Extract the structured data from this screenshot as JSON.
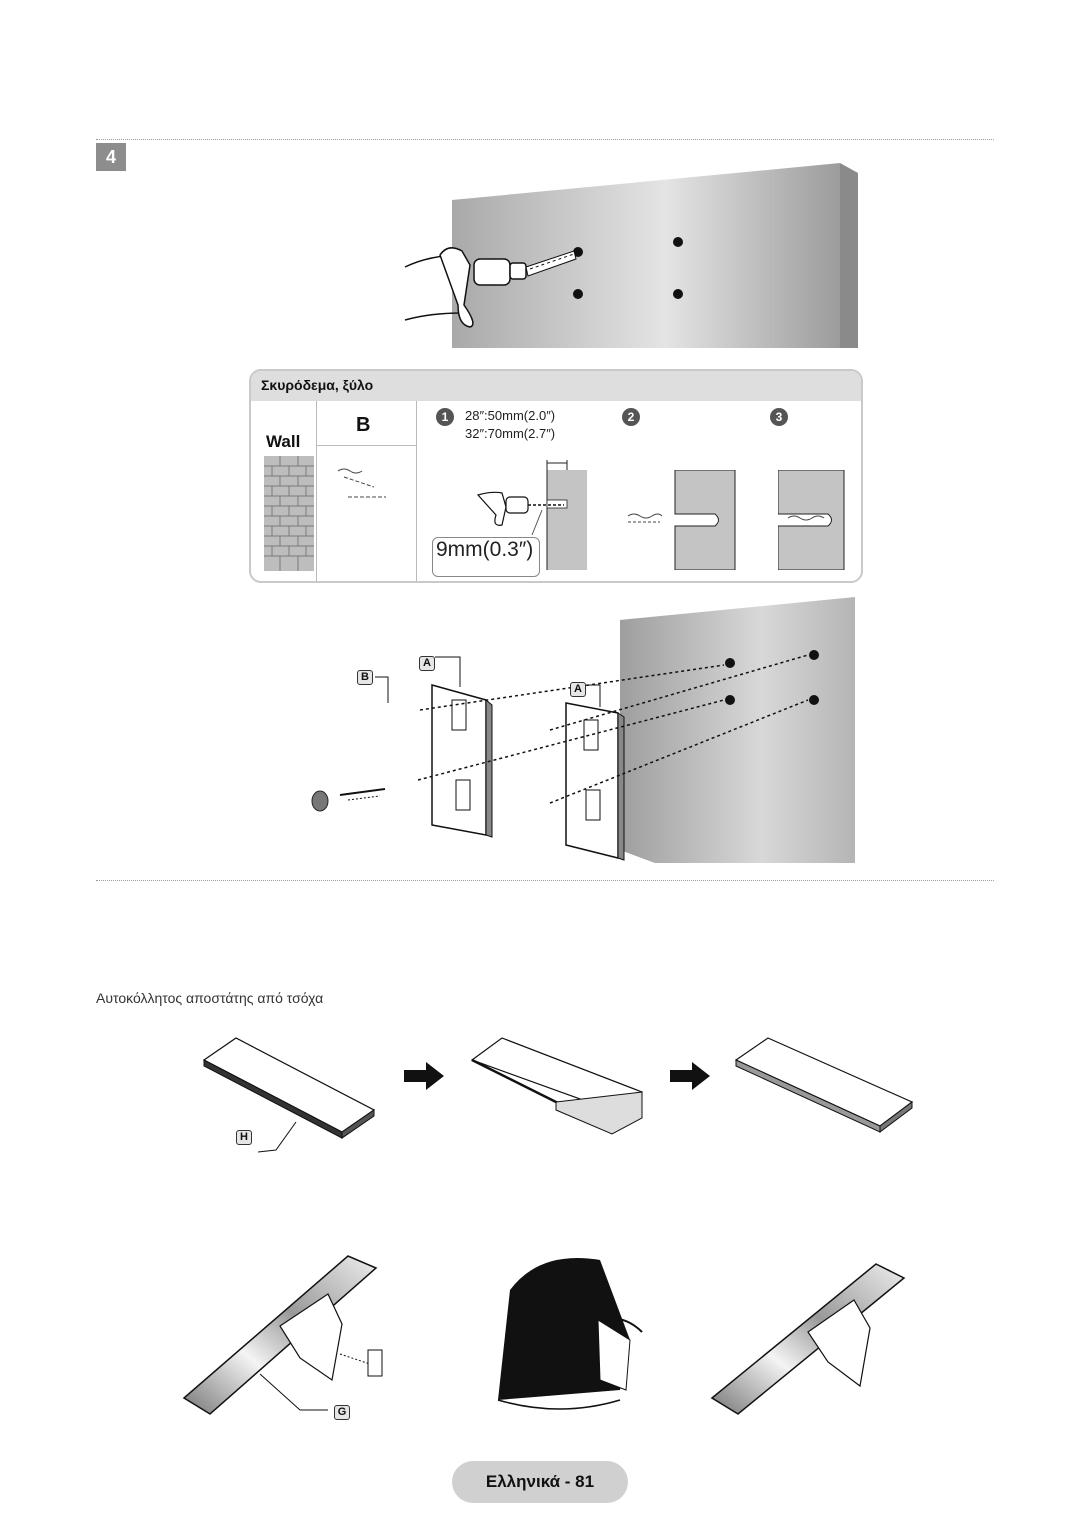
{
  "step_number": "4",
  "panel": {
    "title": "Σκυρόδεμα, ξύλο",
    "wall_label": "Wall",
    "anchor_label": "B",
    "steps": [
      "1",
      "2",
      "3"
    ],
    "depth_28": "28″:50mm(2.0″)",
    "depth_32": "32″:70mm(2.7″)",
    "drill_size": "9mm(0.3″)"
  },
  "callouts": {
    "A": "A",
    "B": "B",
    "G": "G",
    "H": "H"
  },
  "adhesive_caption": "Αυτοκόλλητος αποστάτης από τσόχα",
  "footer": "Ελληνικά - 81",
  "colors": {
    "step_box": "#8d8d8d",
    "panel_header": "#dedede",
    "footer_pill": "#d0d0d0",
    "wall_gray": "#c4c4c4"
  }
}
